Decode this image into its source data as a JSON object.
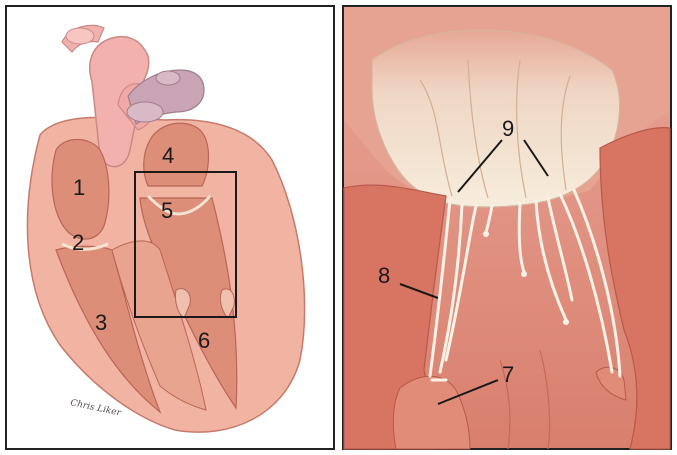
{
  "figure": {
    "left_panel": {
      "labels": [
        "1",
        "2",
        "3",
        "4",
        "5",
        "6"
      ],
      "signature": "Chris Liker"
    },
    "right_panel": {
      "labels": [
        "7",
        "8",
        "9"
      ]
    },
    "colors": {
      "background": "#ffffff",
      "heart_outer": "#f1b4a3",
      "chamber": "#dd8e78",
      "muscle": "#cf6f5f",
      "great_vessels": "#f3b1ae",
      "vein": "#c9a4b4",
      "leaflet": "#f2e6cf",
      "chordae": "#f8f2e6",
      "panel_border": "#222222"
    }
  }
}
